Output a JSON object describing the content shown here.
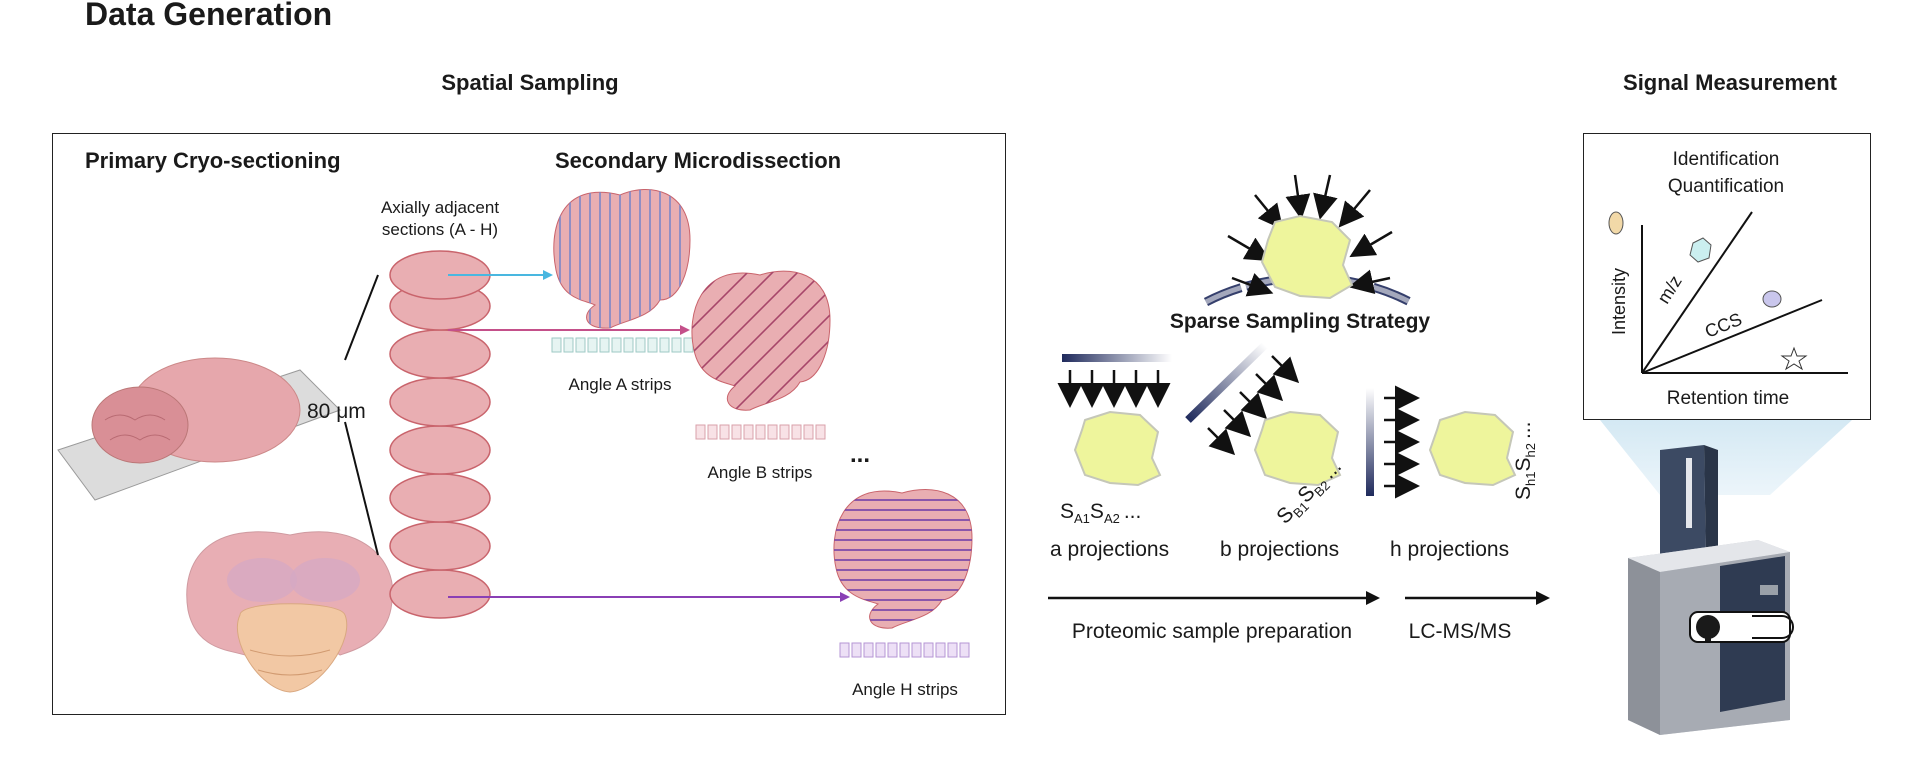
{
  "title": "Data Generation",
  "spatial_sampling": {
    "heading": "Spatial Sampling",
    "primary": "Primary Cryo-sectioning",
    "secondary": "Secondary Microdissection",
    "axial_line1": "Axially adjacent",
    "axial_line2": "sections (A - H)",
    "thickness_label": "80 μm",
    "angle_a": "Angle A strips",
    "angle_b": "Angle B strips",
    "angle_h": "Angle H strips",
    "ellipsis": "..."
  },
  "strategy": {
    "label": "Sparse Sampling Strategy",
    "a_sub": "S",
    "a_sub_1": "A1",
    "a_sub_2": "A2",
    "b_sub_1": "B1",
    "b_sub_2": "B2",
    "h_sub_1": "h1",
    "h_sub_2": "h2",
    "dots": "...",
    "a_proj": "a projections",
    "b_proj": "b projections",
    "h_proj": "h projections",
    "prep": "Proteomic sample preparation",
    "lcms": "LC-MS/MS"
  },
  "signal": {
    "heading": "Signal Measurement",
    "ident": "Identification",
    "quant": "Quantification",
    "intensity": "Intensity",
    "mz": "m/z",
    "ccs": "CCS",
    "rt": "Retention time"
  },
  "colors": {
    "tissue_pink": "#e9aeb2",
    "tissue_edge": "#c9646c",
    "blob_yellow": "#eef59c",
    "navy": "#1f2a5c",
    "arrow_cyan": "#49b7e0",
    "arrow_pink": "#c4508a",
    "arrow_purple": "#8a3fb5"
  }
}
